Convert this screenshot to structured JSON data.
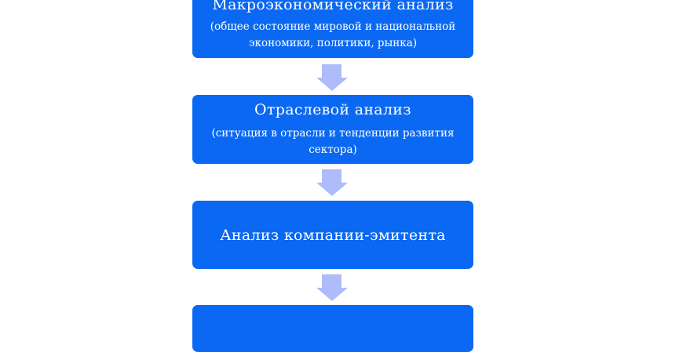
{
  "steps": [
    {
      "title": "Макроэкономический анализ",
      "subtitle": "(общее состояние мировой и национальной экономики, политики, рынка)"
    },
    {
      "title": "Отраслевой анализ",
      "subtitle": "(ситуация в отрасли и тенденции развития сектора)"
    },
    {
      "title": "Анализ компании-эмитента"
    },
    {
      "title": ""
    }
  ],
  "colors": {
    "box": "#0a68f2",
    "arrow": "#aebcfb"
  }
}
